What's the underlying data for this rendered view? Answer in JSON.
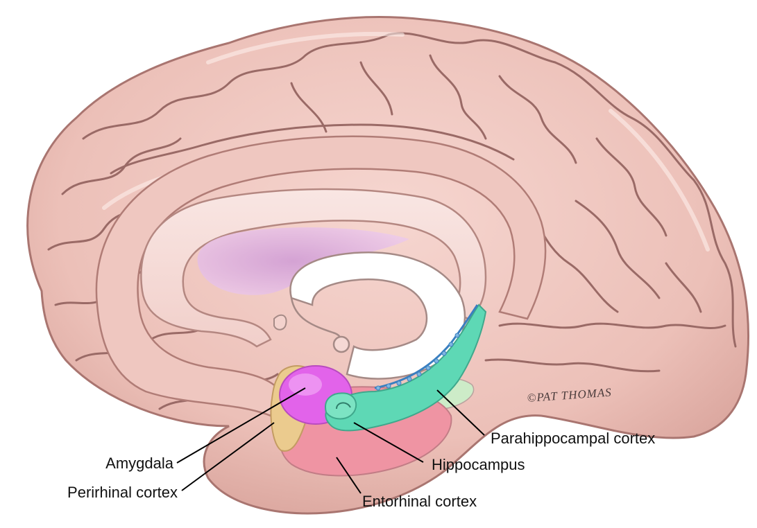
{
  "labels": {
    "amygdala": "Amygdala",
    "perirhinal": "Perirhinal cortex",
    "parahippocampal": "Parahippocampal cortex",
    "hippocampus": "Hippocampus",
    "entorhinal": "Entorhinal cortex"
  },
  "signature": "©PAT THOMAS",
  "colors": {
    "cortex": "#efc4bd",
    "cortex_shadow": "#c8928b",
    "corpus_callosum": "#f7dcd8",
    "ventricle": "#d9aee0",
    "amygdala": "#e060e8",
    "perirhinal": "#e9c88a",
    "hippocampus": "#5fd9b6",
    "entorhinal": "#ee8f9e",
    "parahippocampal": "#c8ecc4"
  }
}
